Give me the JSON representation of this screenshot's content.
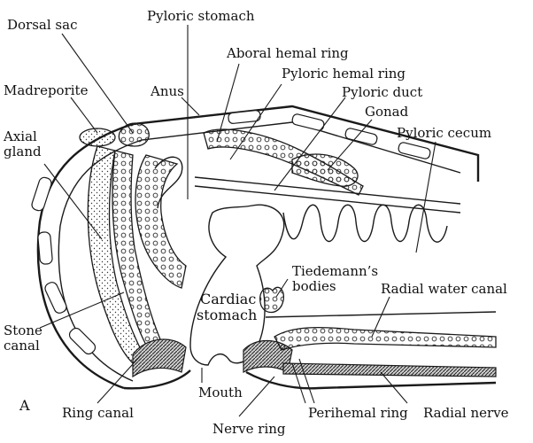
{
  "figure": {
    "panel_letter": "A",
    "labels": {
      "dorsal_sac": "Dorsal sac",
      "pyloric_stomach": "Pyloric stomach",
      "aboral_hemal_ring": "Aboral hemal ring",
      "pyloric_hemal_ring": "Pyloric hemal ring",
      "madreporite": "Madreporite",
      "anus": "Anus",
      "pyloric_duct": "Pyloric duct",
      "axial_gland_line1": "Axial",
      "axial_gland_line2": "gland",
      "gonad": "Gonad",
      "pyloric_cecum": "Pyloric cecum",
      "tiedemanns_bodies_line1": "Tiedemann’s",
      "tiedemanns_bodies_line2": "bodies",
      "cardiac_stomach_line1": "Cardiac",
      "cardiac_stomach_line2": "stomach",
      "radial_water_canal": "Radial water canal",
      "stone_canal_line1": "Stone",
      "stone_canal_line2": "canal",
      "mouth": "Mouth",
      "ring_canal": "Ring canal",
      "perihemal_ring": "Perihemal ring",
      "radial_nerve": "Radial nerve",
      "nerve_ring": "Nerve ring"
    }
  }
}
